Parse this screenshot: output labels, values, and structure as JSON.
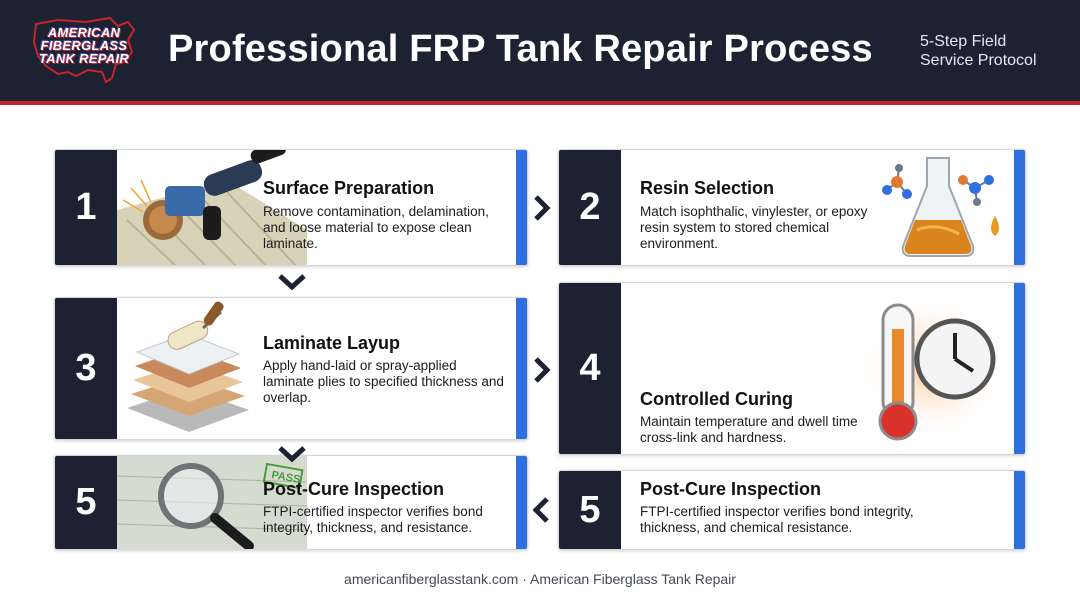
{
  "header": {
    "logo_lines": [
      "AMERICAN",
      "FIBERGLASS",
      "TANK REPAIR"
    ],
    "title": "Professional FRP Tank Repair Process",
    "subtitle_lines": [
      "5-Step Field",
      "Service Protocol"
    ]
  },
  "steps": [
    {
      "number": "1",
      "title": "Surface Preparation",
      "description": "Remove contamination, delamination, and loose material to expose clean laminate.",
      "icon": "angle-grinder-icon"
    },
    {
      "number": "2",
      "title": "Resin Selection",
      "description": "Match isophthalic, vinylester, or epoxy resin system to stored chemical environment.",
      "icon": "resin-flask-icon"
    },
    {
      "number": "3",
      "title": "Laminate Layup",
      "description": "Apply hand-laid or spray-applied laminate plies to specified thickness and overlap.",
      "icon": "paint-roller-icon"
    },
    {
      "number": "4",
      "title": "Controlled Curing",
      "description": "Maintain temperature and dwell time cross-link and hardness.",
      "icon": "thermometer-clock-icon"
    },
    {
      "number": "5",
      "title": "Post-Cure Inspection",
      "description": "FTPI-certified inspector verifies bond integrity, thickness, and resistance.",
      "icon": "magnifier-icon",
      "stamp": "PASS"
    },
    {
      "number": "5",
      "title": "Post-Cure Inspection",
      "description": "FTPI-certified inspector verifies bond integrity, thickness, and chemical resistance."
    }
  ],
  "footer": "americanfiberglasstank.com · American Fiberglass Tank Repair",
  "colors": {
    "navy": "#1d2233",
    "accent_blue": "#2f6fe0",
    "brand_red": "#c7232b"
  }
}
